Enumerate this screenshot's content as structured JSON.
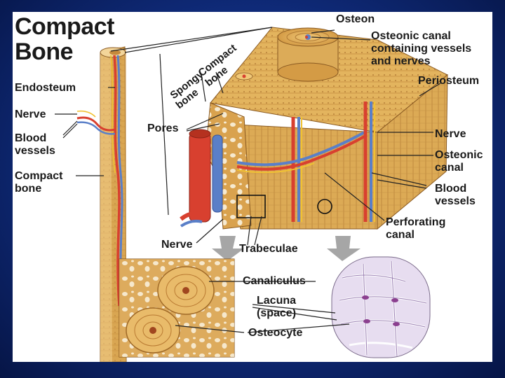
{
  "title": [
    "Compact",
    "Bone"
  ],
  "labels": {
    "osteon": "Osteon",
    "osteonic_canal_vessels": [
      "Osteonic canal",
      "containing vessels",
      "and nerves"
    ],
    "periosteum": "Periosteum",
    "spongy_bone": [
      "Spongy",
      "bone"
    ],
    "compact_bone_top": [
      "Compact",
      "bone"
    ],
    "endosteum": "Endosteum",
    "nerve_left": "Nerve",
    "blood_vessels_left": [
      "Blood",
      "vessels"
    ],
    "compact_bone_left": [
      "Compact",
      "bone"
    ],
    "pores": "Pores",
    "nerve_right": "Nerve",
    "osteonic_canal_right": [
      "Osteonic",
      "canal"
    ],
    "blood_vessels_right": [
      "Blood",
      "vessels"
    ],
    "perforating_canal": [
      "Perforating",
      "canal"
    ],
    "nerve_bottom": "Nerve",
    "trabeculae": "Trabeculae",
    "canaliculus": "Canaliculus",
    "lacuna": [
      "Lacuna",
      "(space)"
    ],
    "osteocyte": "Osteocyte"
  },
  "colors": {
    "bone": "#e2b35c",
    "bone_dark": "#c68a3a",
    "artery": "#d8402f",
    "vein": "#5a7fc8",
    "nerve": "#f1c232",
    "background": "#0f2a78"
  }
}
